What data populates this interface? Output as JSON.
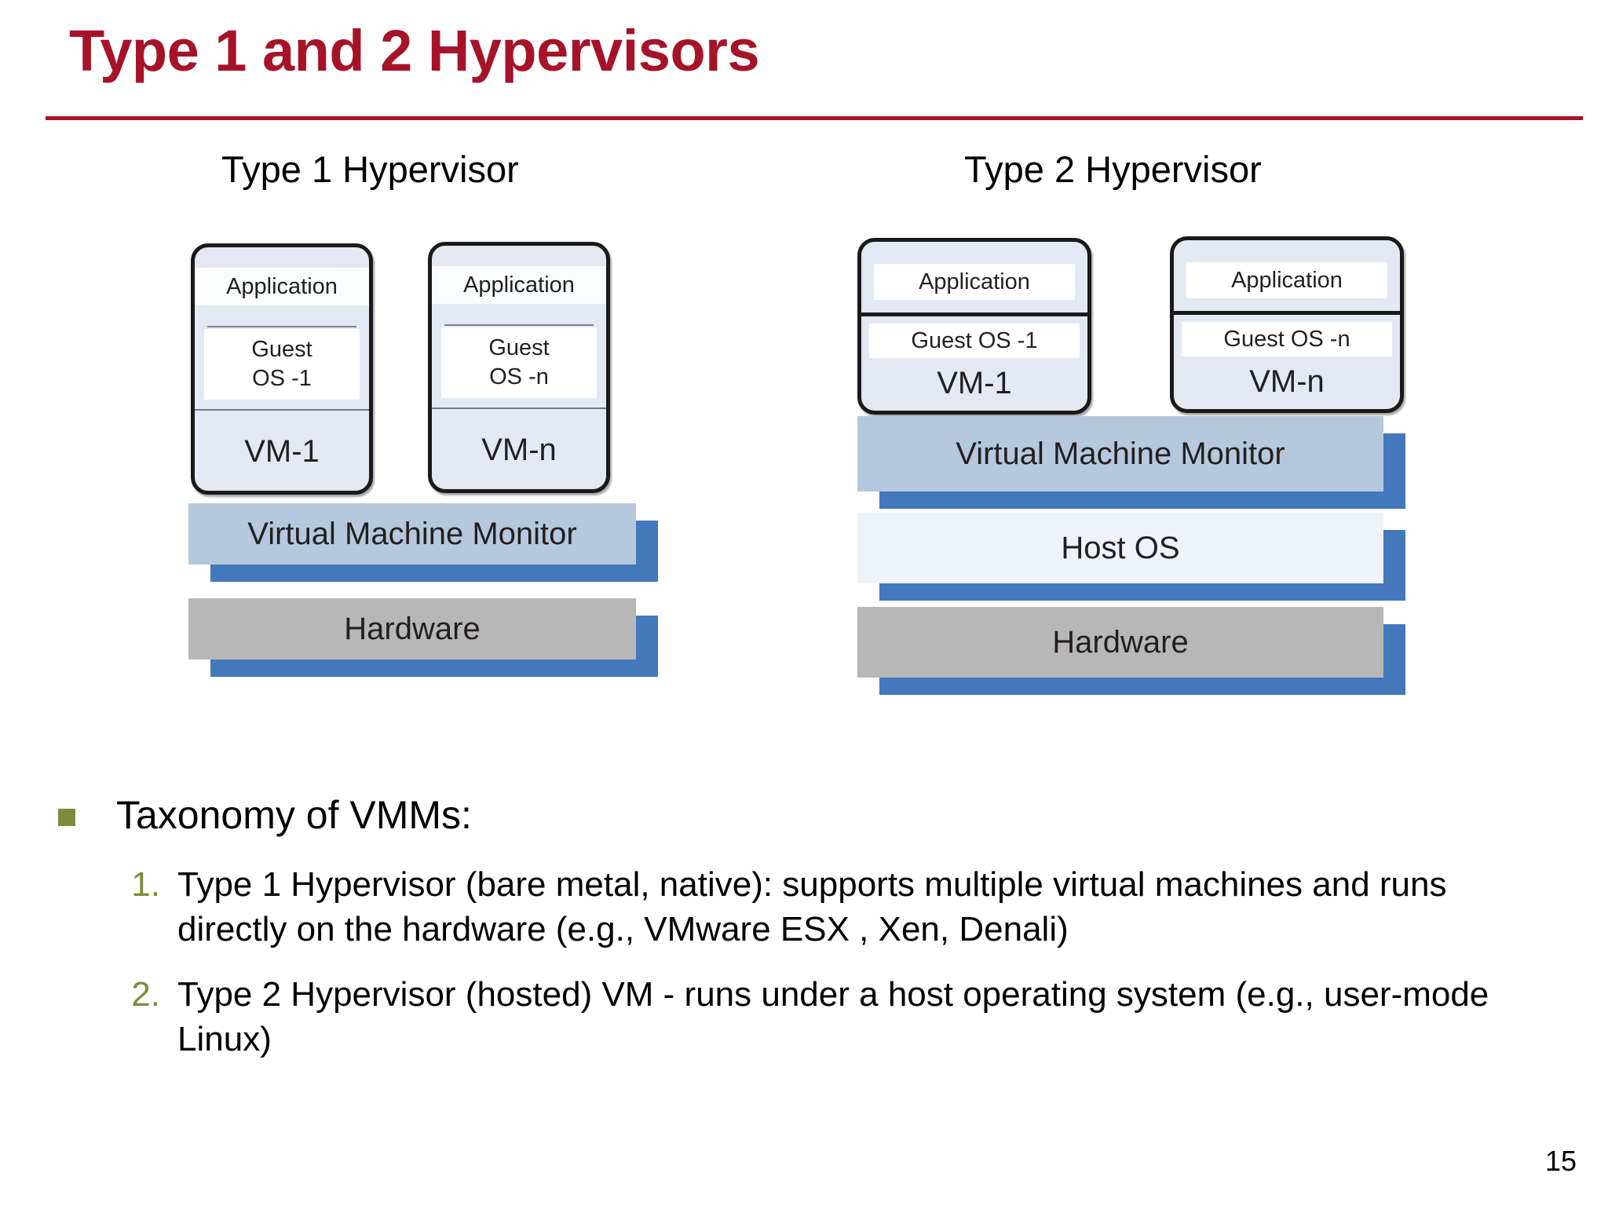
{
  "slide": {
    "title": "Type 1 and 2 Hypervisors",
    "title_color": "#A61328",
    "page_number": "15",
    "bullet_color": "#7d8b3c"
  },
  "diagram": {
    "columns": [
      {
        "heading": "Type 1 Hypervisor",
        "vms": [
          {
            "app": "Application",
            "guest_line1": "Guest",
            "guest_line2": "OS -1",
            "vm": "VM-1"
          },
          {
            "app": "Application",
            "guest_line1": "Guest",
            "guest_line2": "OS -n",
            "vm": "VM-n"
          }
        ],
        "layers": [
          {
            "label": "Virtual Machine Monitor",
            "color": "#b6c8de"
          },
          {
            "label": "Hardware",
            "color": "#b7b7b7"
          }
        ]
      },
      {
        "heading": "Type 2 Hypervisor",
        "vms": [
          {
            "app": "Application",
            "guest": "Guest OS -1",
            "vm": "VM-1"
          },
          {
            "app": "Application",
            "guest": "Guest OS -n",
            "vm": "VM-n"
          }
        ],
        "layers": [
          {
            "label": "Virtual Machine Monitor",
            "color": "#b6c8de"
          },
          {
            "label": "Host OS",
            "color": "#eef2f9"
          },
          {
            "label": "Hardware",
            "color": "#b7b7b7"
          }
        ]
      }
    ],
    "shadow_color": "#4478bd"
  },
  "body": {
    "bullet": "Taxonomy of VMMs:",
    "numbered": [
      {
        "marker": "1.",
        "text": "Type 1 Hypervisor (bare metal, native): supports multiple virtual machines and runs directly on the hardware (e.g., VMware ESX , Xen, Denali)"
      },
      {
        "marker": "2.",
        "text": "Type 2 Hypervisor (hosted) VM - runs under a host operating system (e.g., user-mode Linux)"
      }
    ]
  }
}
